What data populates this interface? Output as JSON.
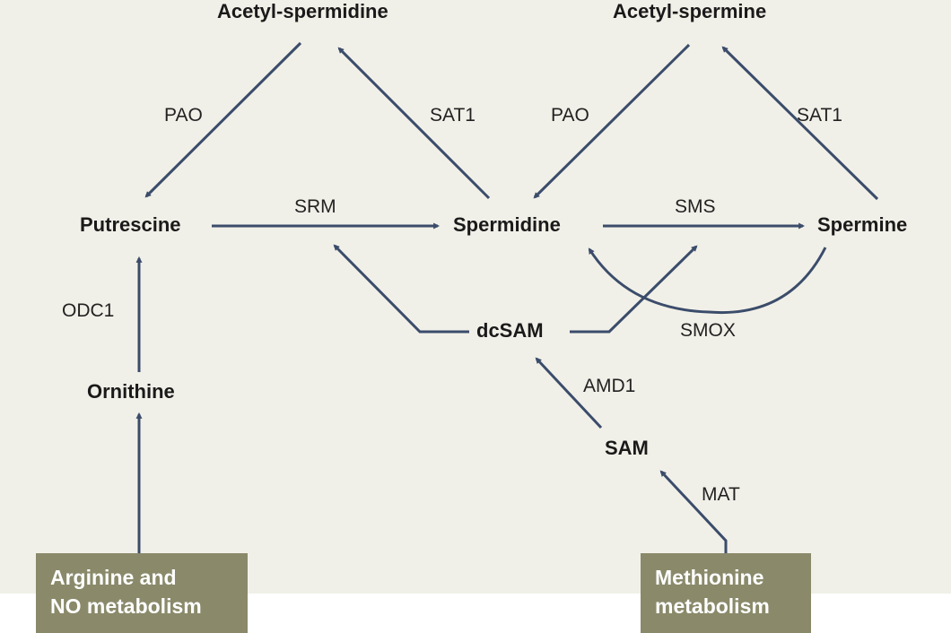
{
  "colors": {
    "background": "#f1f0e8",
    "arrow": "#3b4c6b",
    "source_box": "#8a8a6b",
    "source_text": "#ffffff",
    "text": "#1a1a1a"
  },
  "metabolites": {
    "acetyl_spermidine": "Acetyl-spermidine",
    "acetyl_spermine": "Acetyl-spermine",
    "putrescine": "Putrescine",
    "spermidine": "Spermidine",
    "spermine": "Spermine",
    "dcsam": "dcSAM",
    "ornithine": "Ornithine",
    "sam": "SAM"
  },
  "enzymes": {
    "pao_left": "PAO",
    "sat1_left": "SAT1",
    "pao_right": "PAO",
    "sat1_right": "SAT1",
    "srm": "SRM",
    "sms": "SMS",
    "smox": "SMOX",
    "odc1": "ODC1",
    "amd1": "AMD1",
    "mat": "MAT"
  },
  "sources": {
    "arginine": {
      "line1": "Arginine and",
      "line2": "NO metabolism"
    },
    "methionine": {
      "line1": "Methionine",
      "line2": "metabolism"
    }
  }
}
